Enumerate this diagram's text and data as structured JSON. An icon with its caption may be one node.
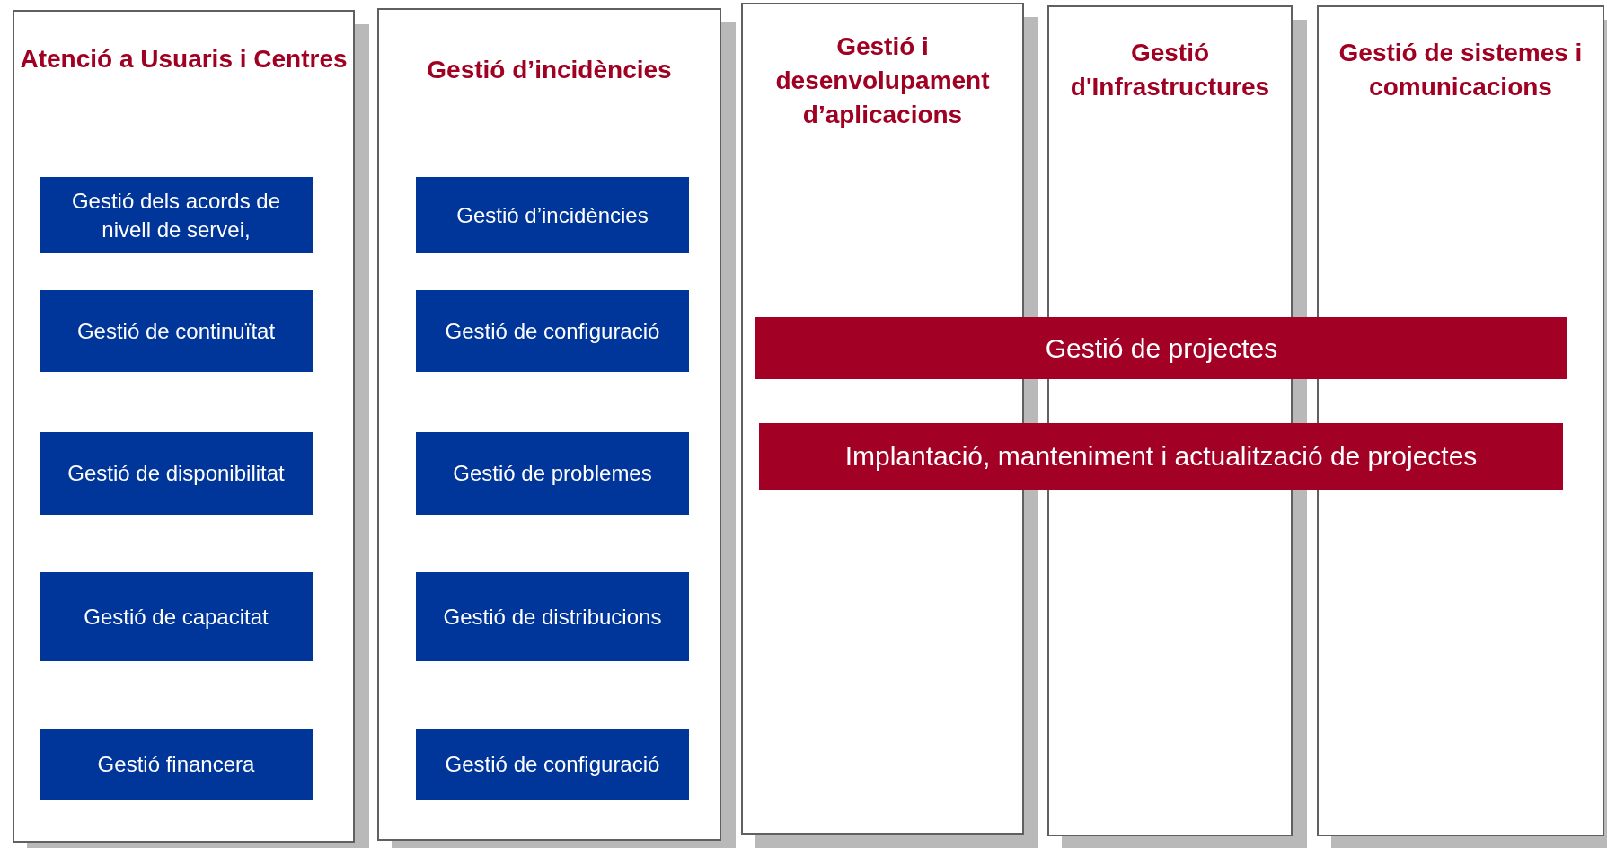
{
  "diagram": {
    "nodes": [
      {
        "text": [
          "Atenció a Usuaris i Centres"
        ]
      },
      {
        "text": [
          "Gestió dels acords de nivell de servei,"
        ],
        "in": 0
      },
      {
        "text": [
          "Gestió de continuïtat"
        ],
        "in": 0
      },
      {
        "text": [
          "Gestió de disponibilitat"
        ],
        "in": 0
      },
      {
        "text": [
          "Gestió de capacitat"
        ],
        "in": 0
      },
      {
        "text": [
          "Gestió financera"
        ],
        "in": 0
      },
      {
        "text": [
          "Gestió d’incidències"
        ]
      },
      {
        "text": [
          "Gestió d’incidències"
        ],
        "in": 6
      },
      {
        "text": [
          "Gestió de configuració"
        ],
        "in": 6
      },
      {
        "text": [
          "Gestió de problemes"
        ],
        "in": 6
      },
      {
        "text": [
          "Gestió de distribucions"
        ],
        "in": 6
      },
      {
        "text": [
          "Gestió de configuració"
        ],
        "in": 6
      },
      {
        "text": [
          "Gestió i desenvolupament d’aplicacions"
        ]
      },
      {
        "text": [
          "Gestió d'Infrastructures"
        ]
      },
      {
        "text": [
          "Gestió de sistemes i comunicacions"
        ]
      },
      {
        "text": [
          "Gestió de projectes"
        ]
      },
      {
        "text": [
          "Implantació, manteniment i actualització de projectes"
        ]
      }
    ]
  }
}
